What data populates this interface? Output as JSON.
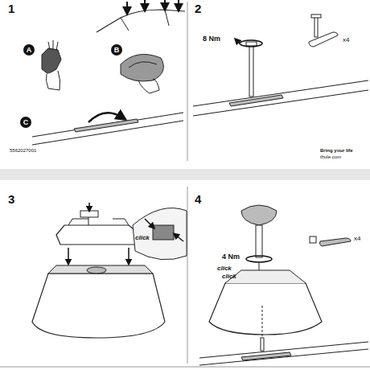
{
  "diagram": {
    "nodes": [
      {
        "text": [
          "A"
        ]
      },
      {
        "text": [
          "B"
        ]
      },
      {
        "text": [
          "C"
        ]
      }
    ],
    "labels": [
      "1",
      "2",
      "5562027001",
      "Bring your life",
      "thule.com",
      "8 Nm",
      "x4",
      "3",
      "click",
      "4",
      "4 Nm",
      "click",
      "click",
      "x4"
    ]
  }
}
